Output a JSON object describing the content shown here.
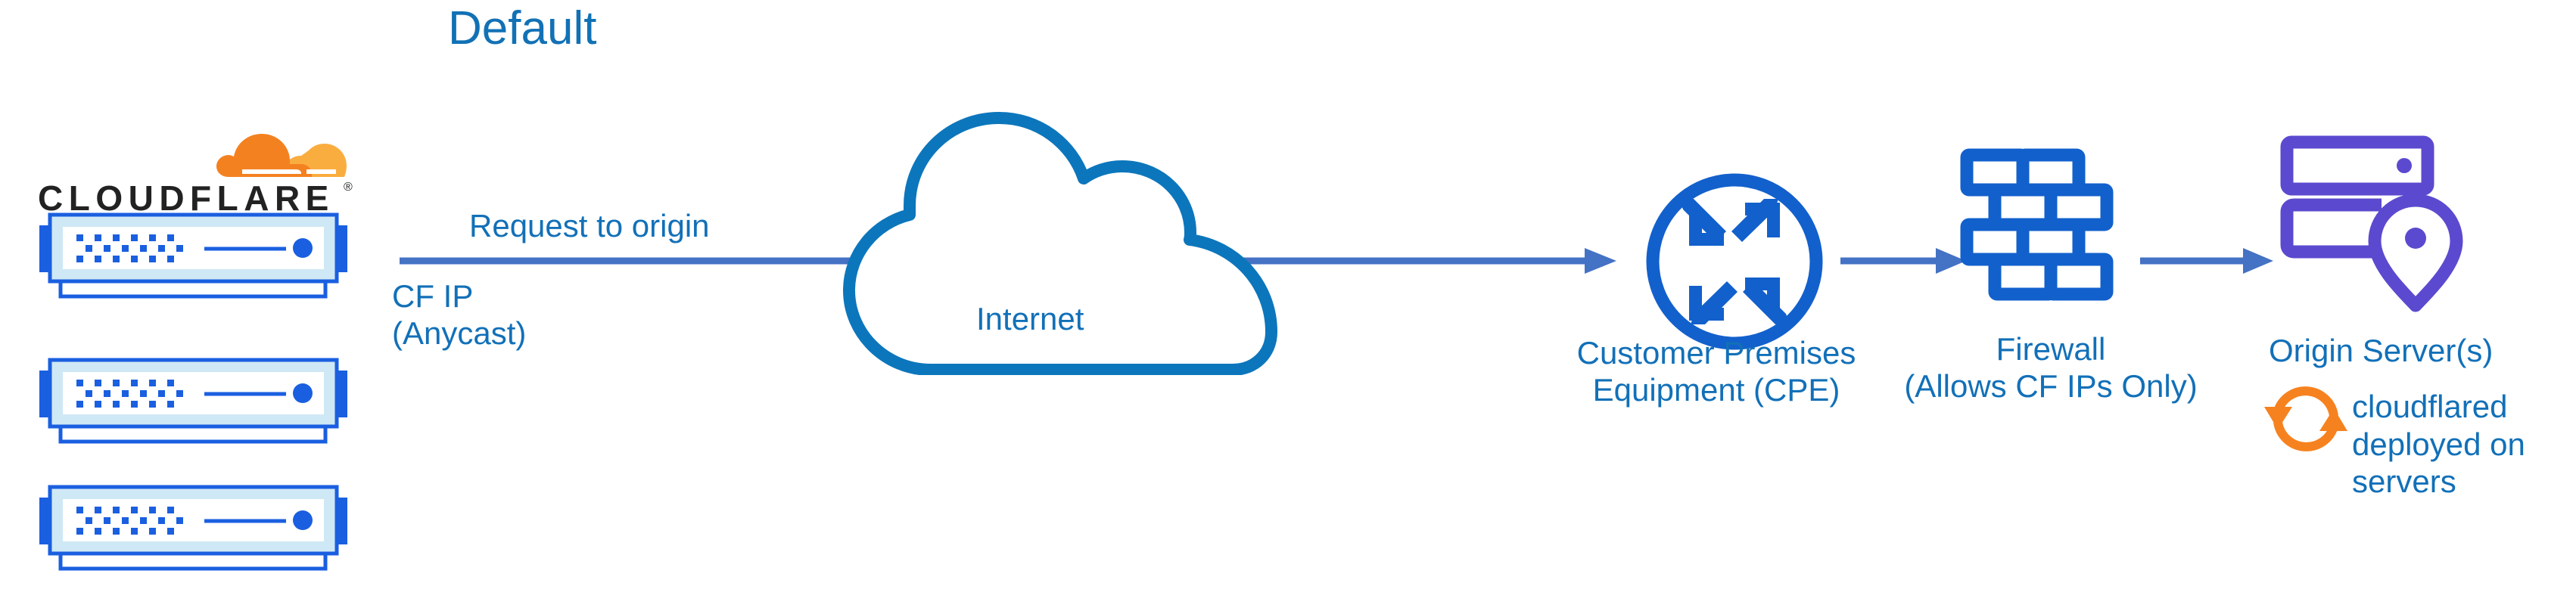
{
  "diagram": {
    "title": "Default",
    "title_color": "#1271B5",
    "background": "#ffffff",
    "accent_colors": {
      "label_blue": "#1270B8",
      "cloud_blue": "#0C76BC",
      "icon_blue": "#1260CC",
      "arrow_blue": "#4472C4",
      "server_blue": "#1A5FE0",
      "server_band": "#CFE8F5",
      "origin_purple": "#5B4ACF",
      "cloudflare_orange": "#F48120",
      "cloudflare_orange_light": "#FAAD3F",
      "sync_orange": "#F6821F",
      "wordmark_black": "#222222"
    }
  },
  "brand": {
    "wordmark": "CLOUDFLARE",
    "registered_mark": "®",
    "logo_icon": "cloudflare-cloud-icon"
  },
  "nodes": [
    {
      "id": "cloudflare-edge",
      "icon": "server-rack-icon",
      "count": 3,
      "label_lines": [
        "CF IP",
        "(Anycast)"
      ]
    },
    {
      "id": "internet",
      "icon": "cloud-icon",
      "label_lines": [
        "Internet"
      ]
    },
    {
      "id": "cpe",
      "icon": "router-icon",
      "label_lines": [
        "Customer Premises",
        "Equipment (CPE)"
      ]
    },
    {
      "id": "firewall",
      "icon": "brick-wall-icon",
      "label_lines": [
        "Firewall",
        "(Allows CF IPs Only)"
      ]
    },
    {
      "id": "origin",
      "icon": "server-location-pin-icon",
      "label_lines": [
        "Origin Server(s)"
      ]
    }
  ],
  "labels": {
    "request_to_origin": "Request to origin",
    "cf_ip": "CF IP\n(Anycast)",
    "internet": "Internet",
    "cpe": "Customer Premises\nEquipment (CPE)",
    "firewall": "Firewall\n(Allows CF IPs Only)",
    "origin_server": "Origin Server(s)",
    "cloudflared": "cloudflared\ndeployed on\nservers"
  },
  "flow_arrows": [
    {
      "id": "edge-to-cpe",
      "from": "cloudflare-edge",
      "to": "cpe",
      "label": "Request to origin"
    },
    {
      "id": "cpe-to-firewall",
      "from": "cpe",
      "to": "firewall",
      "label": ""
    },
    {
      "id": "firewall-to-origin",
      "from": "firewall",
      "to": "origin",
      "label": ""
    }
  ]
}
